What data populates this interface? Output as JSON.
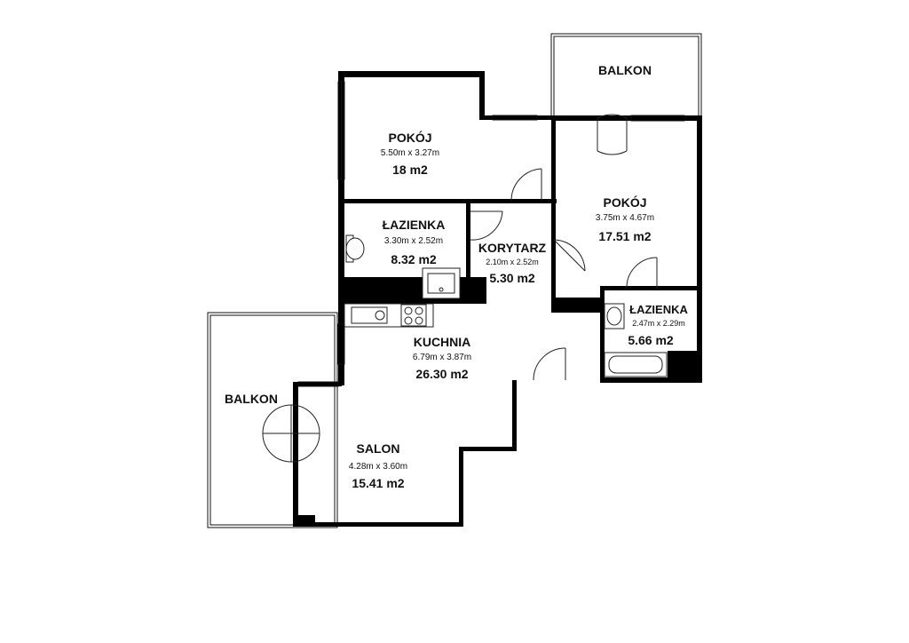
{
  "rooms": {
    "balkon_top": {
      "name": "BALKON"
    },
    "pokoj_1": {
      "name": "POKÓJ",
      "dims": "5.50m x 3.27m",
      "area": "18 m2"
    },
    "pokoj_2": {
      "name": "POKÓJ",
      "dims": "3.75m x 4.67m",
      "area": "17.51 m2"
    },
    "lazienka_1": {
      "name": "ŁAZIENKA",
      "dims": "3.30m x 2.52m",
      "area": "8.32 m2"
    },
    "korytarz": {
      "name": "KORYTARZ",
      "dims": "2.10m x 2.52m",
      "area": "5.30 m2"
    },
    "lazienka_2": {
      "name": "ŁAZIENKA",
      "dims": "2.47m x 2.29m",
      "area": "5.66 m2"
    },
    "kuchnia": {
      "name": "KUCHNIA",
      "dims": "6.79m x 3.87m",
      "area": "26.30 m2"
    },
    "balkon_left": {
      "name": "BALKON"
    },
    "salon": {
      "name": "SALON",
      "dims": "4.28m x 3.60m",
      "area": "15.41 m2"
    }
  },
  "colors": {
    "wall": "#000000",
    "background": "#ffffff",
    "text": "#111111"
  }
}
